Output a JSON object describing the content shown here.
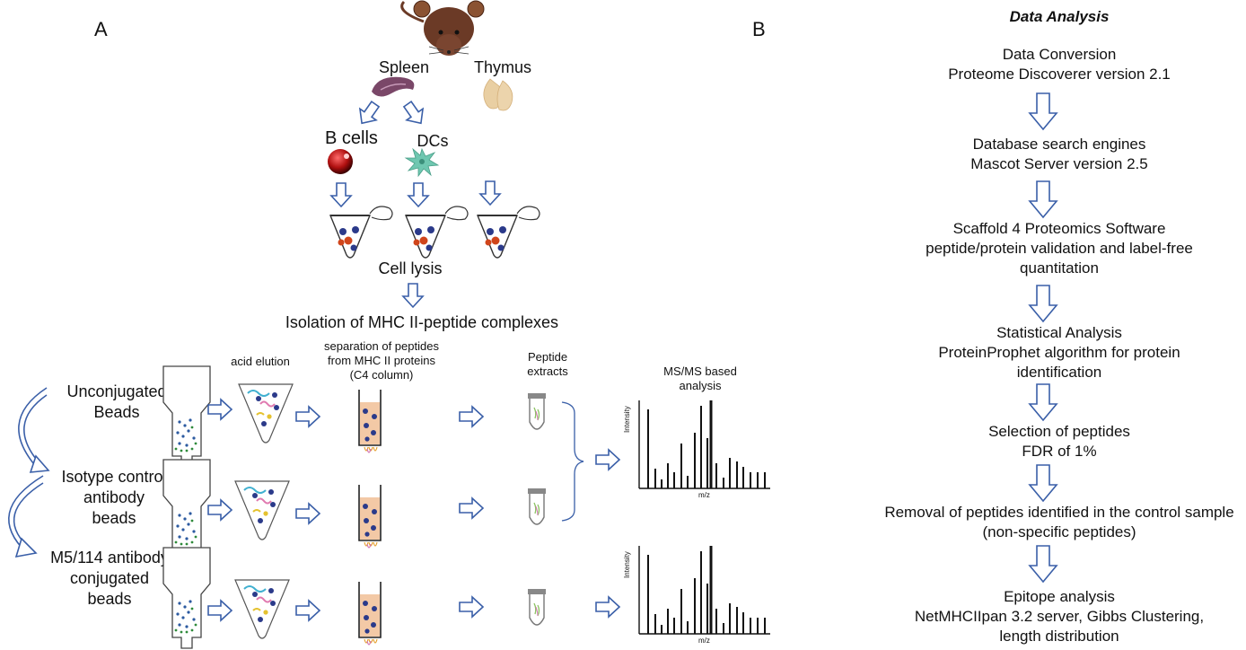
{
  "panel_a": {
    "letter": "A",
    "spleen": "Spleen",
    "thymus": "Thymus",
    "b_cells": "B cells",
    "dcs": "DCs",
    "cell_lysis": "Cell lysis",
    "isolation": "Isolation of MHC II-peptide complexes",
    "acid_elution": "acid elution",
    "separation_line1": "separation of peptides",
    "separation_line2": "from MHC II proteins",
    "separation_line3": "(C4 column)",
    "peptide_line1": "Peptide",
    "peptide_line2": "extracts",
    "msms_line1": "MS/MS based",
    "msms_line2": "analysis",
    "unconj_line1": "Unconjugated",
    "unconj_line2": "Beads",
    "isotype_line1": "Isotype control",
    "isotype_line2": "antibody",
    "isotype_line3": "beads",
    "m5_line1": "M5/114 antibody",
    "m5_line2": "conjugated",
    "m5_line3": "beads",
    "spectrum_ylabel": "Intensity",
    "spectrum_xlabel": "m/z"
  },
  "panel_b": {
    "letter": "B",
    "title": "Data Analysis",
    "steps": [
      {
        "line1": "Data Conversion",
        "line2": "Proteome Discoverer version 2.1"
      },
      {
        "line1": "Database search engines",
        "line2": "Mascot Server version 2.5"
      },
      {
        "line1": "Scaffold 4 Proteomics Software",
        "line2": "peptide/protein validation and label-free",
        "line3": "quantitation"
      },
      {
        "line1": "Statistical Analysis",
        "line2": "ProteinProphet algorithm for protein",
        "line3": "identification"
      },
      {
        "line1": "Selection of peptides",
        "line2": "FDR of 1%"
      },
      {
        "line1": "Removal of peptides identified in the control sample",
        "line2": "(non-specific peptides)"
      },
      {
        "line1": "Epitope analysis",
        "line2": "NetMHCIIpan 3.2 server, Gibbs Clustering,",
        "line3": "length distribution"
      }
    ]
  },
  "colors": {
    "arrow_outline": "#3a5fa8",
    "mouse": "#6b3a26",
    "spleen": "#7a4768",
    "thymus": "#e9cfa3",
    "b_cell": "#b01010",
    "dc": "#6fc7b0",
    "column_fill": "#f3c9a6"
  }
}
